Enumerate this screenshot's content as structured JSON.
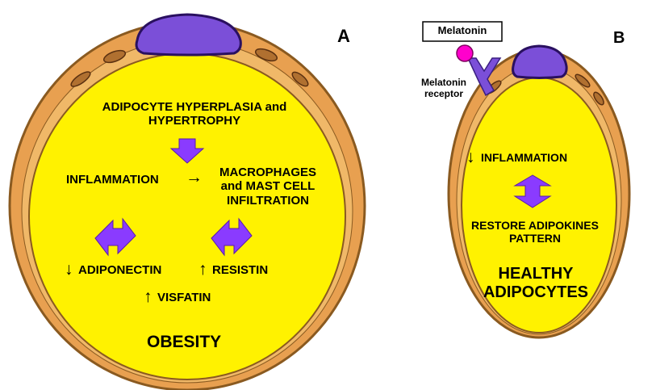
{
  "panel_a": {
    "letter": "A",
    "hyperplasia": "ADIPOCYTE HYPERPLASIA and HYPERTROPHY",
    "inflammation": "INFLAMMATION",
    "macrophages": "MACROPHAGES and MAST CELL INFILTRATION",
    "adiponectin": "ADIPONECTIN",
    "resistin": "RESISTIN",
    "visfatin": "VISFATIN",
    "obesity": "OBESITY"
  },
  "panel_b": {
    "letter": "B",
    "melatonin": "Melatonin",
    "receptor": "Melatonin receptor",
    "inflammation": "INFLAMMATION",
    "restore": "RESTORE ADIPOKINES PATTERN",
    "healthy": "HEALTHY ADIPOCYTES"
  },
  "symbols": {
    "down_arrow": "↓",
    "up_arrow": "↑",
    "right_arrow": "→"
  },
  "colors": {
    "cytoplasm": "#FFF200",
    "membrane": "#E8A050",
    "nucleus": "#7B4FD8",
    "arrow": "#8A3BFF",
    "melatonin": "#FF00CC"
  }
}
